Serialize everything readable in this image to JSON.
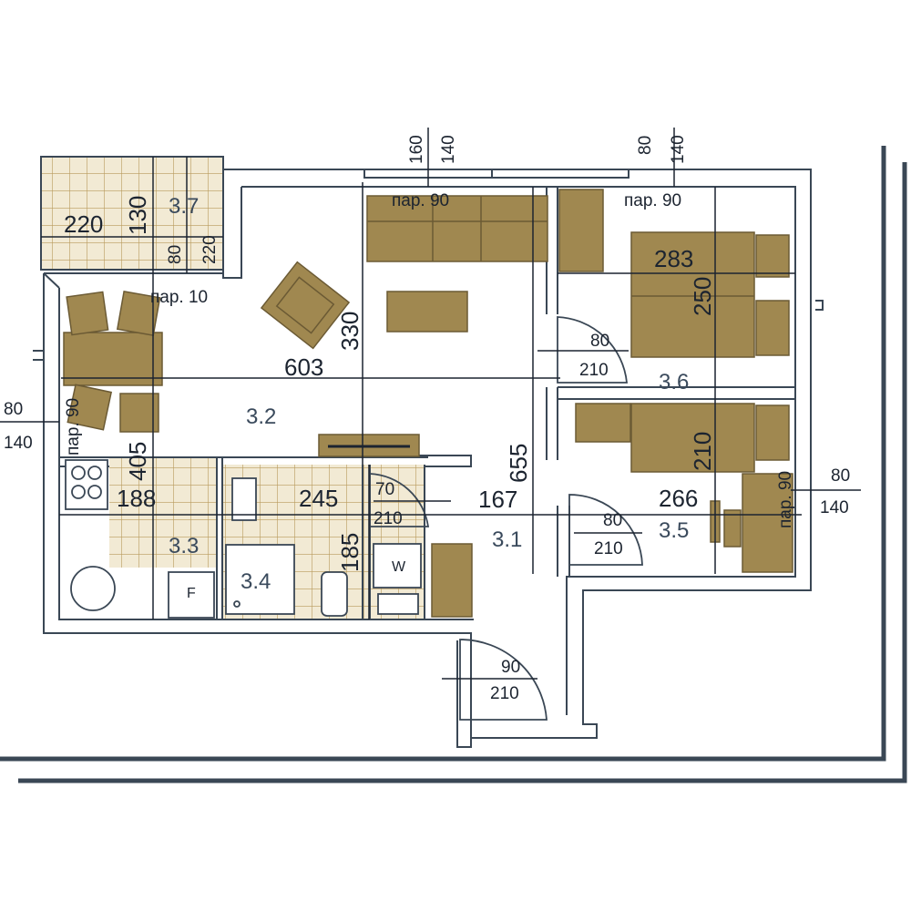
{
  "rooms": {
    "r31": "3.1",
    "r32": "3.2",
    "r33": "3.3",
    "r34": "3.4",
    "r35": "3.5",
    "r36": "3.6",
    "r37": "3.7"
  },
  "dimensions": {
    "balcony_len": "220",
    "balcony_w": "130",
    "balcony_opening_w": "80",
    "balcony_opening_h": "220",
    "living_len": "603",
    "living_w": "330",
    "dining_w": "405",
    "kitchen_len": "188",
    "bath_len": "245",
    "bath_w": "185",
    "hall_len": "167",
    "hall_w": "655",
    "bedroom_len": "283",
    "bedroom_w": "250",
    "room35_len": "266",
    "room35_w": "210"
  },
  "openings": {
    "top_window_a_w": "160",
    "top_window_a_h": "140",
    "top_window_b_w": "80",
    "top_window_b_h": "140",
    "left_window_w": "80",
    "left_window_h": "140",
    "right_window_w": "80",
    "right_window_h": "140",
    "par_90_a": "пар. 90",
    "par_90_b": "пар. 90",
    "par_90_c": "пар. 90",
    "par_90_d": "пар. 90",
    "par_10": "пар. 10",
    "door_bedroom_w": "80",
    "door_bedroom_h": "210",
    "door_bath_w": "70",
    "door_bath_h": "210",
    "door_room35_w": "80",
    "door_room35_h": "210",
    "door_entry_w": "90",
    "door_entry_h": "210"
  },
  "fixtures": {
    "washer": "W",
    "fridge": "F"
  }
}
